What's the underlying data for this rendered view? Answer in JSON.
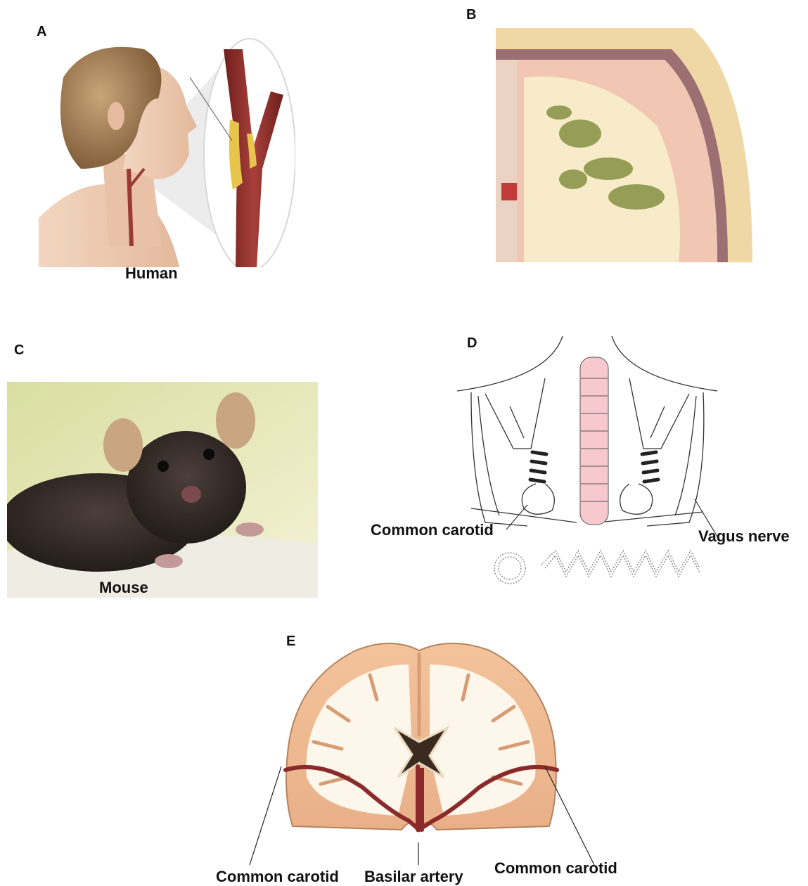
{
  "panels": {
    "a": {
      "letter": "A",
      "caption": "Human"
    },
    "b": {
      "letter": "B"
    },
    "c": {
      "letter": "C",
      "caption": "Mouse"
    },
    "d": {
      "letter": "D",
      "labels": {
        "common_carotid": "Common carotid",
        "vagus_nerve": "Vagus nerve"
      }
    },
    "e": {
      "letter": "E",
      "labels": {
        "left_common_carotid": "Common carotid",
        "basilar_artery": "Basilar artery",
        "right_common_carotid": "Common carotid"
      }
    }
  },
  "colors": {
    "artery": "#8b2a2a",
    "plaque": "#e7c54a",
    "brain_tissue": "#f4c9a0",
    "white_matter": "#fdf6ea",
    "trachea": "#f7c9cf"
  }
}
